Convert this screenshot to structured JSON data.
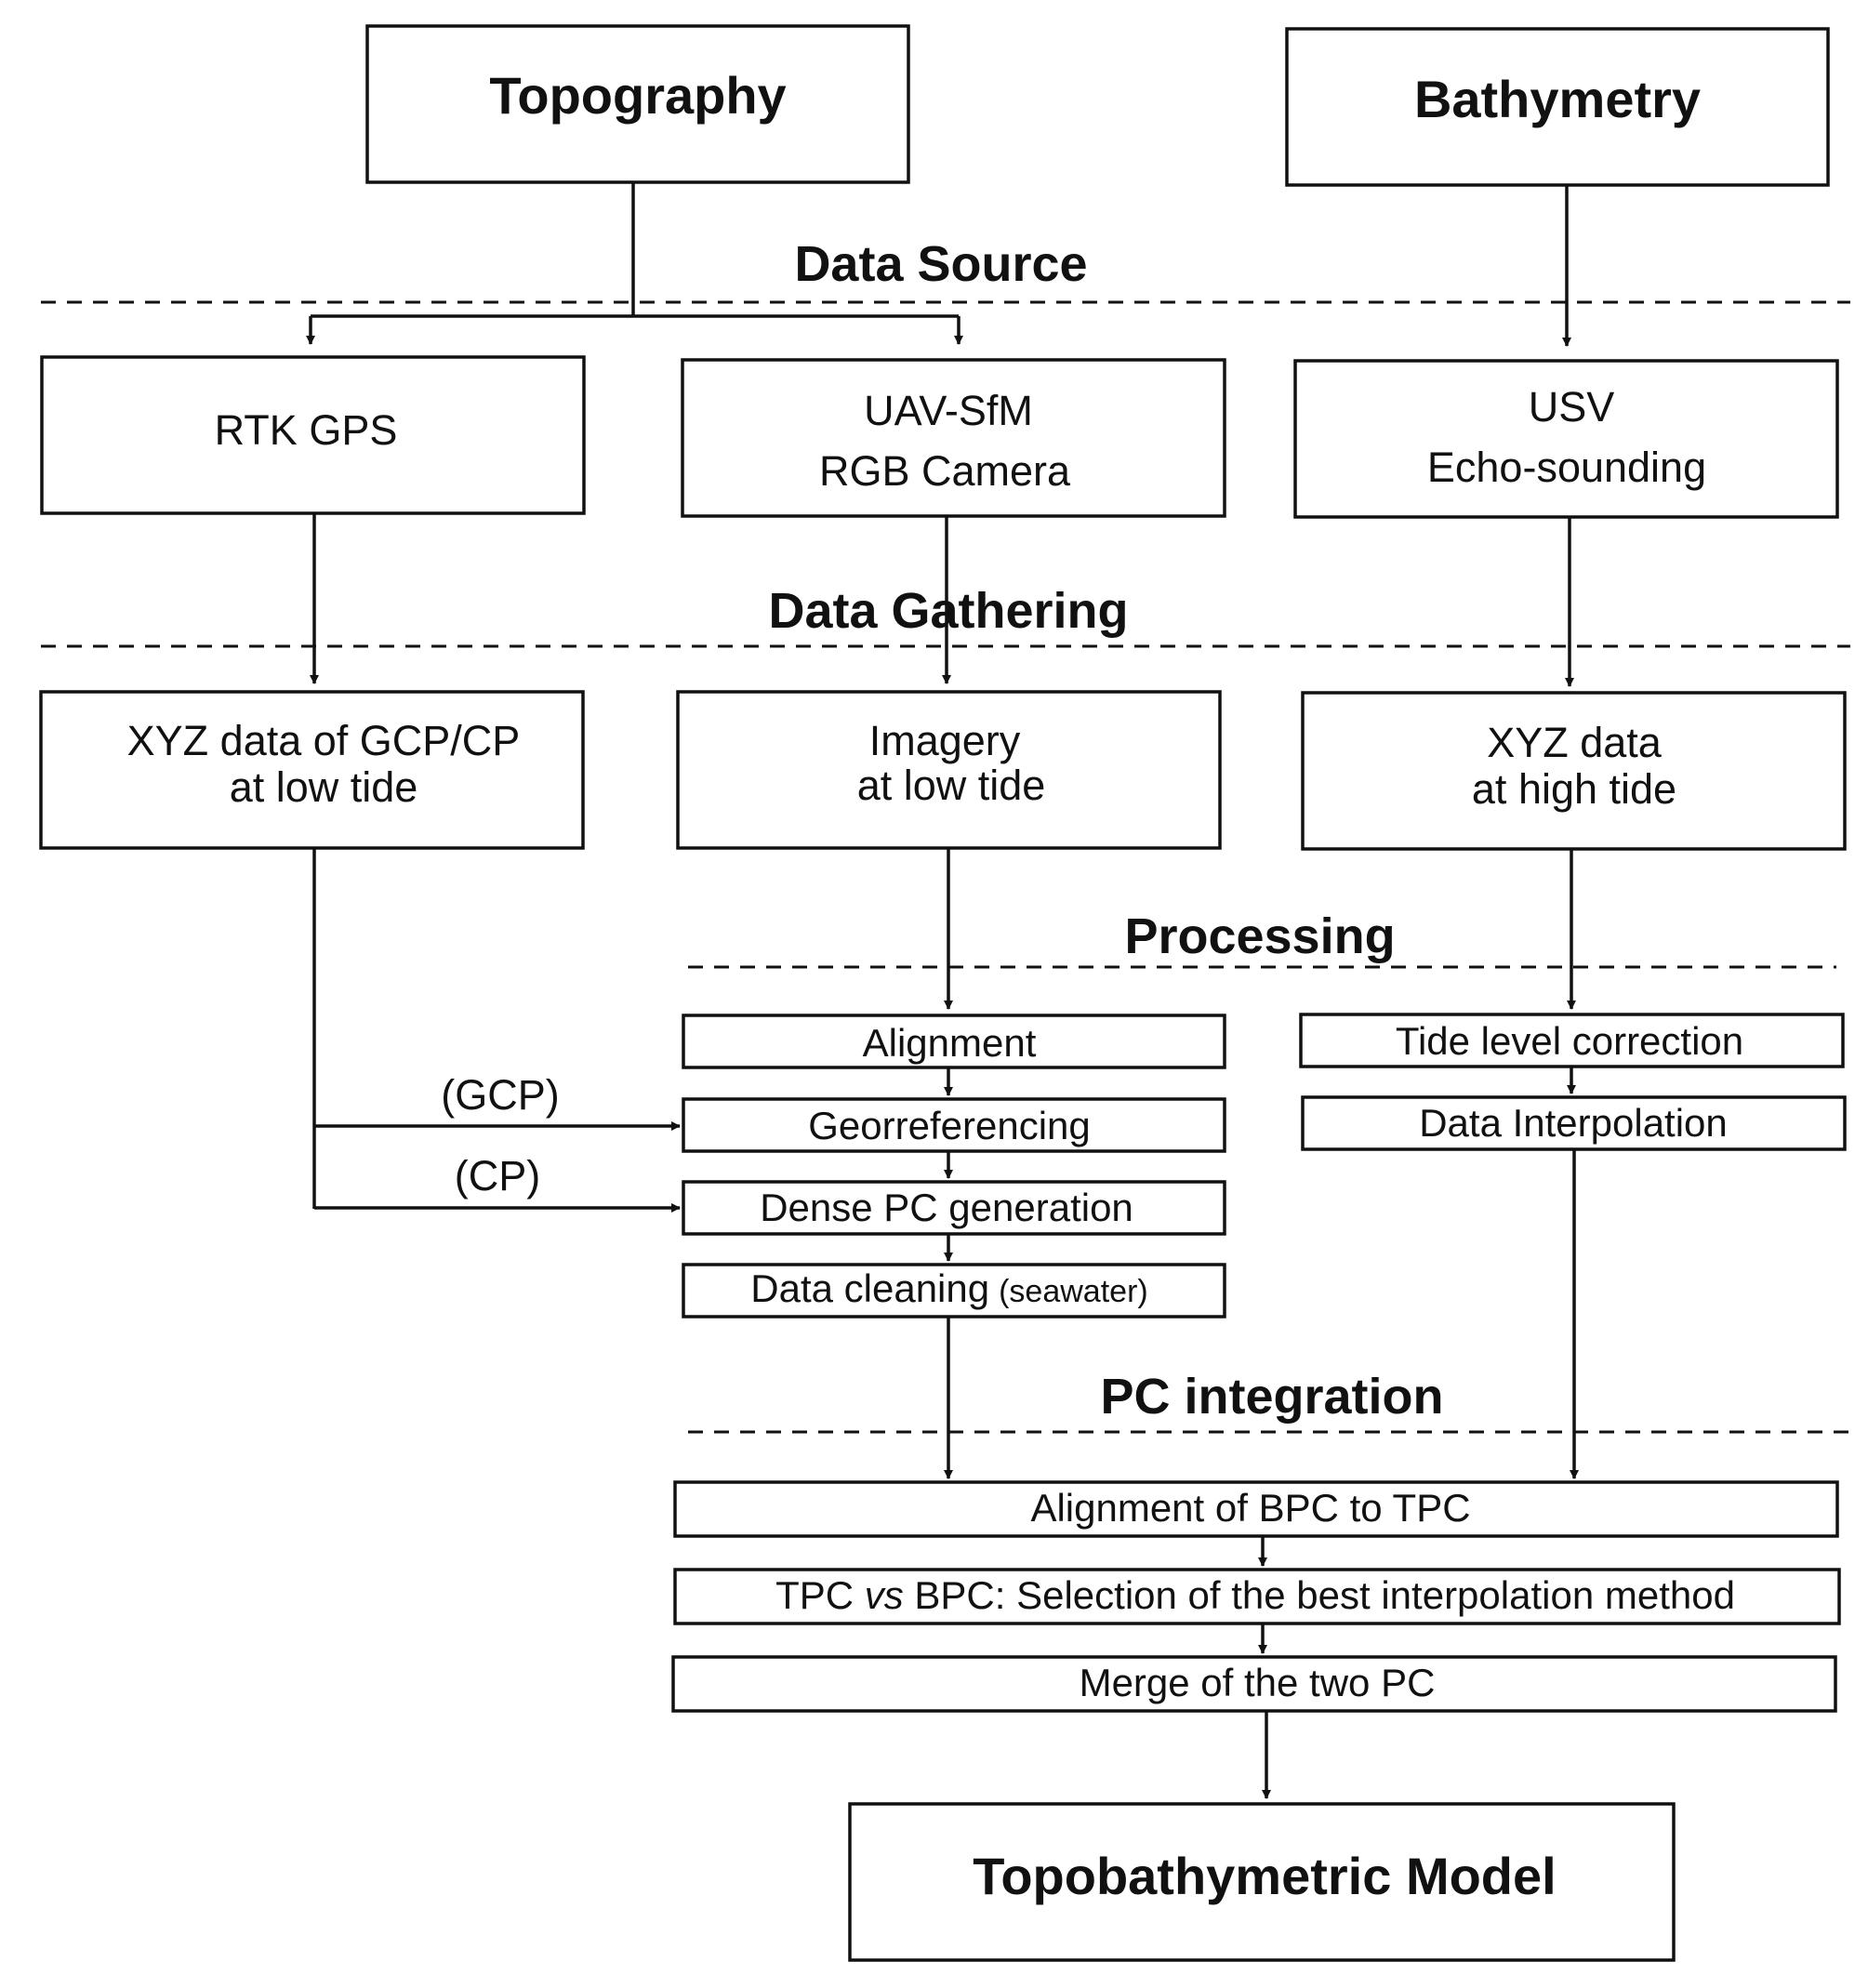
{
  "sources": {
    "topography": "Topography",
    "bathymetry": "Bathymetry"
  },
  "sections": {
    "data_source": "Data Source",
    "data_gathering": "Data Gathering",
    "processing": "Processing",
    "pc_integration": "PC integration"
  },
  "instruments": {
    "rtk": "RTK GPS",
    "uav_line1": "UAV-SfM",
    "uav_line2": "RGB Camera",
    "usv_line1": "USV",
    "usv_line2": "Echo-sounding"
  },
  "data": {
    "gcp_line1": "XYZ data of GCP/CP",
    "gcp_line2": "at low tide",
    "imagery_line1": "Imagery",
    "imagery_line2": "at low tide",
    "xyz_line1": "XYZ data",
    "xyz_line2": "at high tide"
  },
  "processing": {
    "alignment": "Alignment",
    "georef": "Georreferencing",
    "dense": "Dense PC generation",
    "cleaning": "Data cleaning",
    "cleaning_note": "(seawater)",
    "tide": "Tide level correction",
    "interp": "Data Interpolation"
  },
  "links": {
    "gcp": "(GCP)",
    "cp": "(CP)"
  },
  "integration": {
    "align_bpc": "Alignment of BPC to TPC",
    "compare_a": "TPC ",
    "compare_vs": "vs",
    "compare_b": " BPC: Selection of the best interpolation method",
    "merge": "Merge of the two PC"
  },
  "result": {
    "final": "Topobathymetric Model"
  }
}
